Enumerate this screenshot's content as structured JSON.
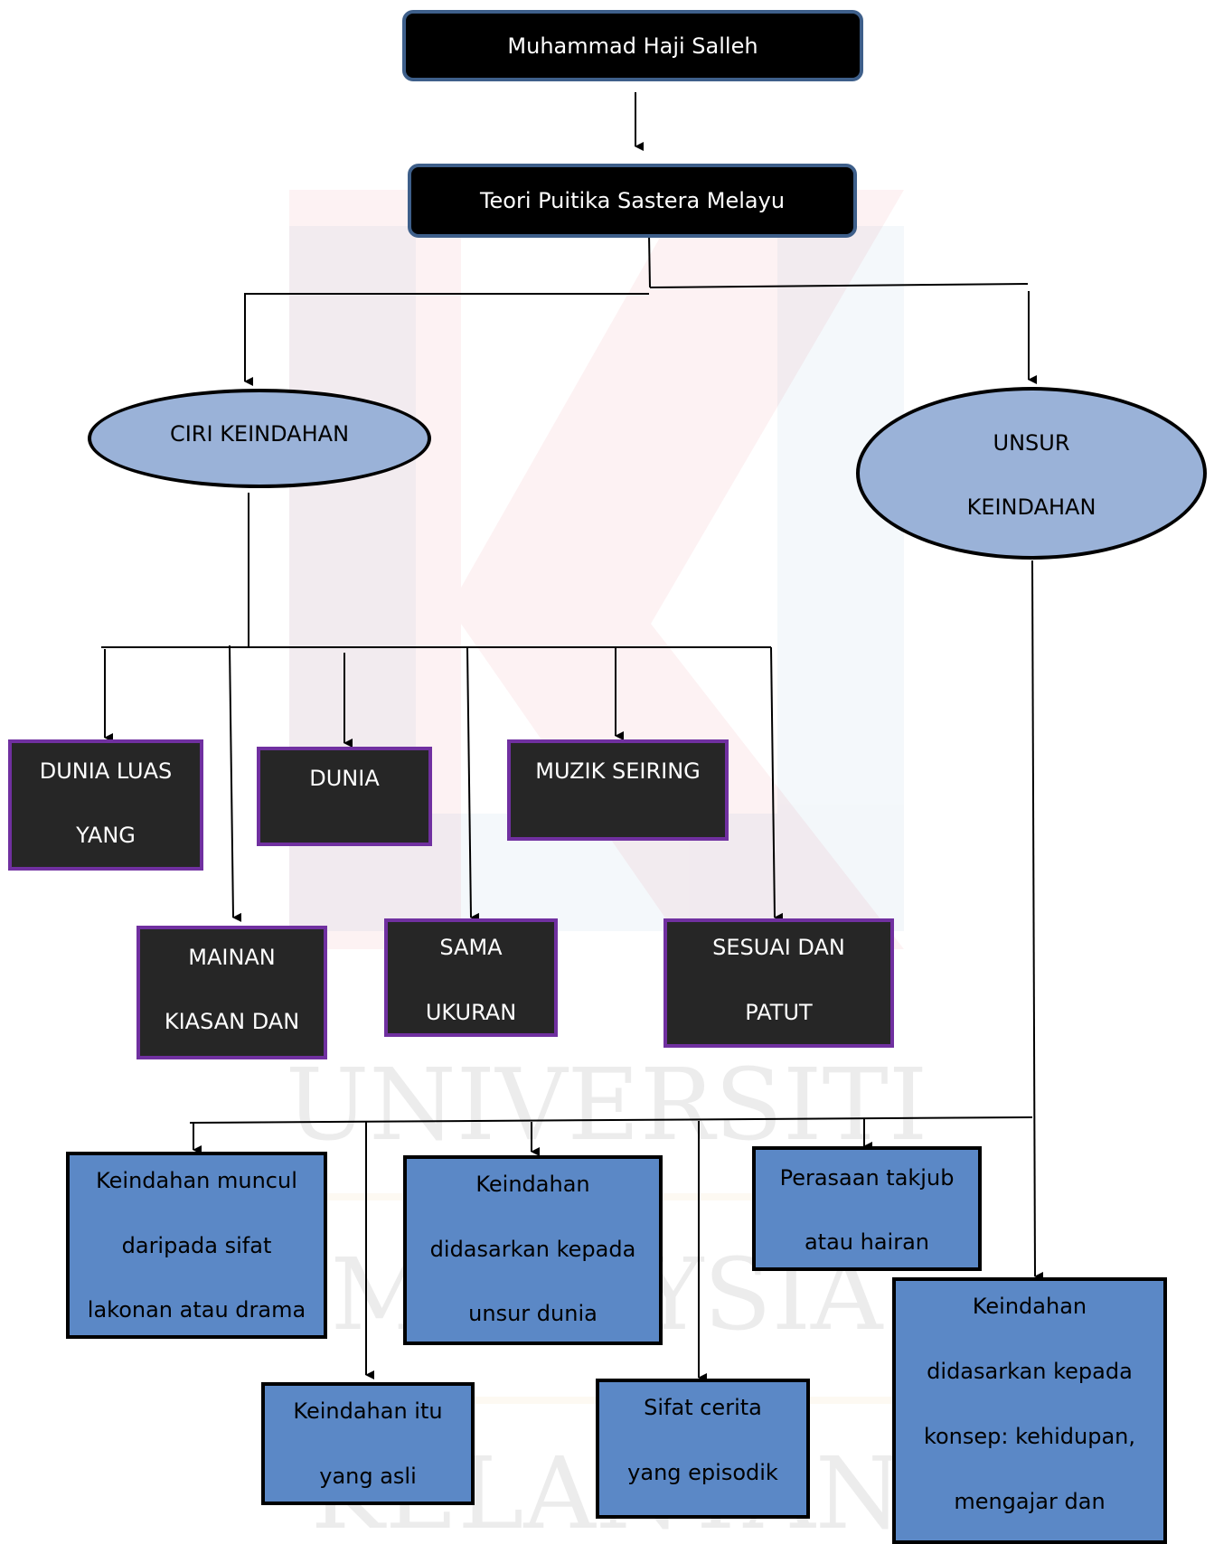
{
  "root": {
    "label": "Muhammad Haji Salleh"
  },
  "theory": {
    "label": "Teori Puitika Sastera Melayu"
  },
  "ciri": {
    "label": "CIRI KEINDAHAN"
  },
  "unsur": {
    "line1": "UNSUR",
    "line2": "KEINDAHAN"
  },
  "ciri_items": [
    {
      "line1": "DUNIA LUAS",
      "line2": "YANG"
    },
    {
      "line1": "DUNIA",
      "line2": ""
    },
    {
      "line1": "MUZIK SEIRING",
      "line2": ""
    },
    {
      "line1": "MAINAN",
      "line2": "KIASAN DAN"
    },
    {
      "line1": "SAMA",
      "line2": "UKURAN"
    },
    {
      "line1": "SESUAI DAN",
      "line2": "PATUT"
    }
  ],
  "unsur_items": [
    {
      "lines": [
        "Keindahan muncul",
        "daripada sifat",
        "lakonan atau drama"
      ]
    },
    {
      "lines": [
        "Keindahan",
        "didasarkan kepada",
        "unsur dunia"
      ]
    },
    {
      "lines": [
        "Perasaan takjub",
        "atau hairan"
      ]
    },
    {
      "lines": [
        "Keindahan itu",
        "yang asli"
      ]
    },
    {
      "lines": [
        "Sifat cerita",
        "yang episodik"
      ]
    },
    {
      "lines": [
        "Keindahan",
        "didasarkan kepada",
        "konsep: kehidupan,",
        "mengajar dan"
      ]
    }
  ],
  "watermark": {
    "line1": "UNIVERSITI",
    "line2": "MALAYSIA",
    "line3": "KELANTAN"
  },
  "colors": {
    "oval_fill": "#9ab2d8",
    "dark_box": "#262626",
    "dark_border": "#7030a0",
    "blue_box": "#5b88c6",
    "title_border": "#3e5f8a"
  }
}
